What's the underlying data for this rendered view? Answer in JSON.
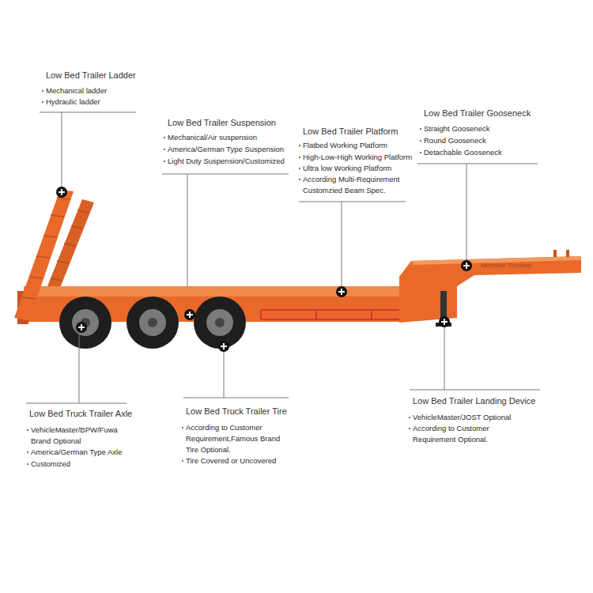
{
  "diagram": {
    "labels": [
      "Low Bed Trailer Ladder",
      "Mechanical ladder",
      "Hydraulic ladder",
      "Low Bed Trailer Suspension",
      "Mechanical/Air suspension",
      "America/German Type Suspension",
      "Light Duty Suspension/Customized",
      "Low Bed Trailer Platform",
      "Flatbed Working Platform",
      "High-Low-High Working Platform",
      "Ultra low Working Platform",
      "According Multi-Requirement Customzied Beam Spec.",
      "Low Bed Trailer Gooseneck",
      "Straight Gooseneck",
      "Round Gooseneck",
      "Detachable Gooseneck",
      "Low Bed Truck Trailer Axle",
      "VehicleMaster/BPW/Fuwa Brand Optional",
      "America/German Type Axle",
      "Customized",
      "Low Bed Truck Trailer Tire",
      "According to Customer Requirement,Famous Brand Tire Optional.",
      "Tire Covered or Uncovered",
      "Low Bed Trailer Landing Device",
      "VehicleMaster/JOST Optional",
      "According to Customer Requirement Optional.",
      "Morrison Trucking"
    ]
  }
}
